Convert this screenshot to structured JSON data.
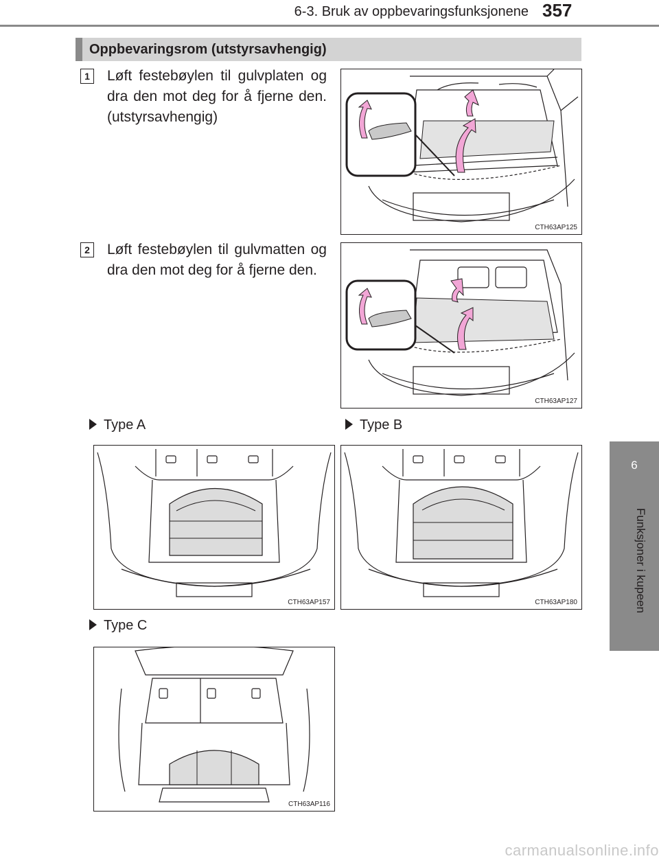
{
  "header": {
    "section": "6-3. Bruk av oppbevaringsfunksjonene",
    "page_number": "357"
  },
  "side_tab": {
    "chapter_number": "6",
    "chapter_title": "Funksjoner i kupeen"
  },
  "section_title": "Oppbevaringsrom (utstyrsavhengig)",
  "steps": [
    {
      "number": "1",
      "text": "Løft festebøylen til gulvplaten og dra den mot deg for å fjerne den. (utstyrsavhengig)",
      "figure_code": "CTH63AP125"
    },
    {
      "number": "2",
      "text": "Løft festebøylen til gulvmatten og dra den mot deg for å fjerne den.",
      "figure_code": "CTH63AP127"
    }
  ],
  "types": [
    {
      "label": "Type A",
      "figure_code": "CTH63AP157"
    },
    {
      "label": "Type B",
      "figure_code": "CTH63AP180"
    },
    {
      "label": "Type C",
      "figure_code": "CTH63AP116"
    }
  ],
  "footer_watermark": "carmanualsonline.info",
  "colors": {
    "tab_gray": "#8a8a8a",
    "title_bar": "#d3d3d3",
    "arrow_pink": "#f2a6d6",
    "text": "#231f20"
  }
}
